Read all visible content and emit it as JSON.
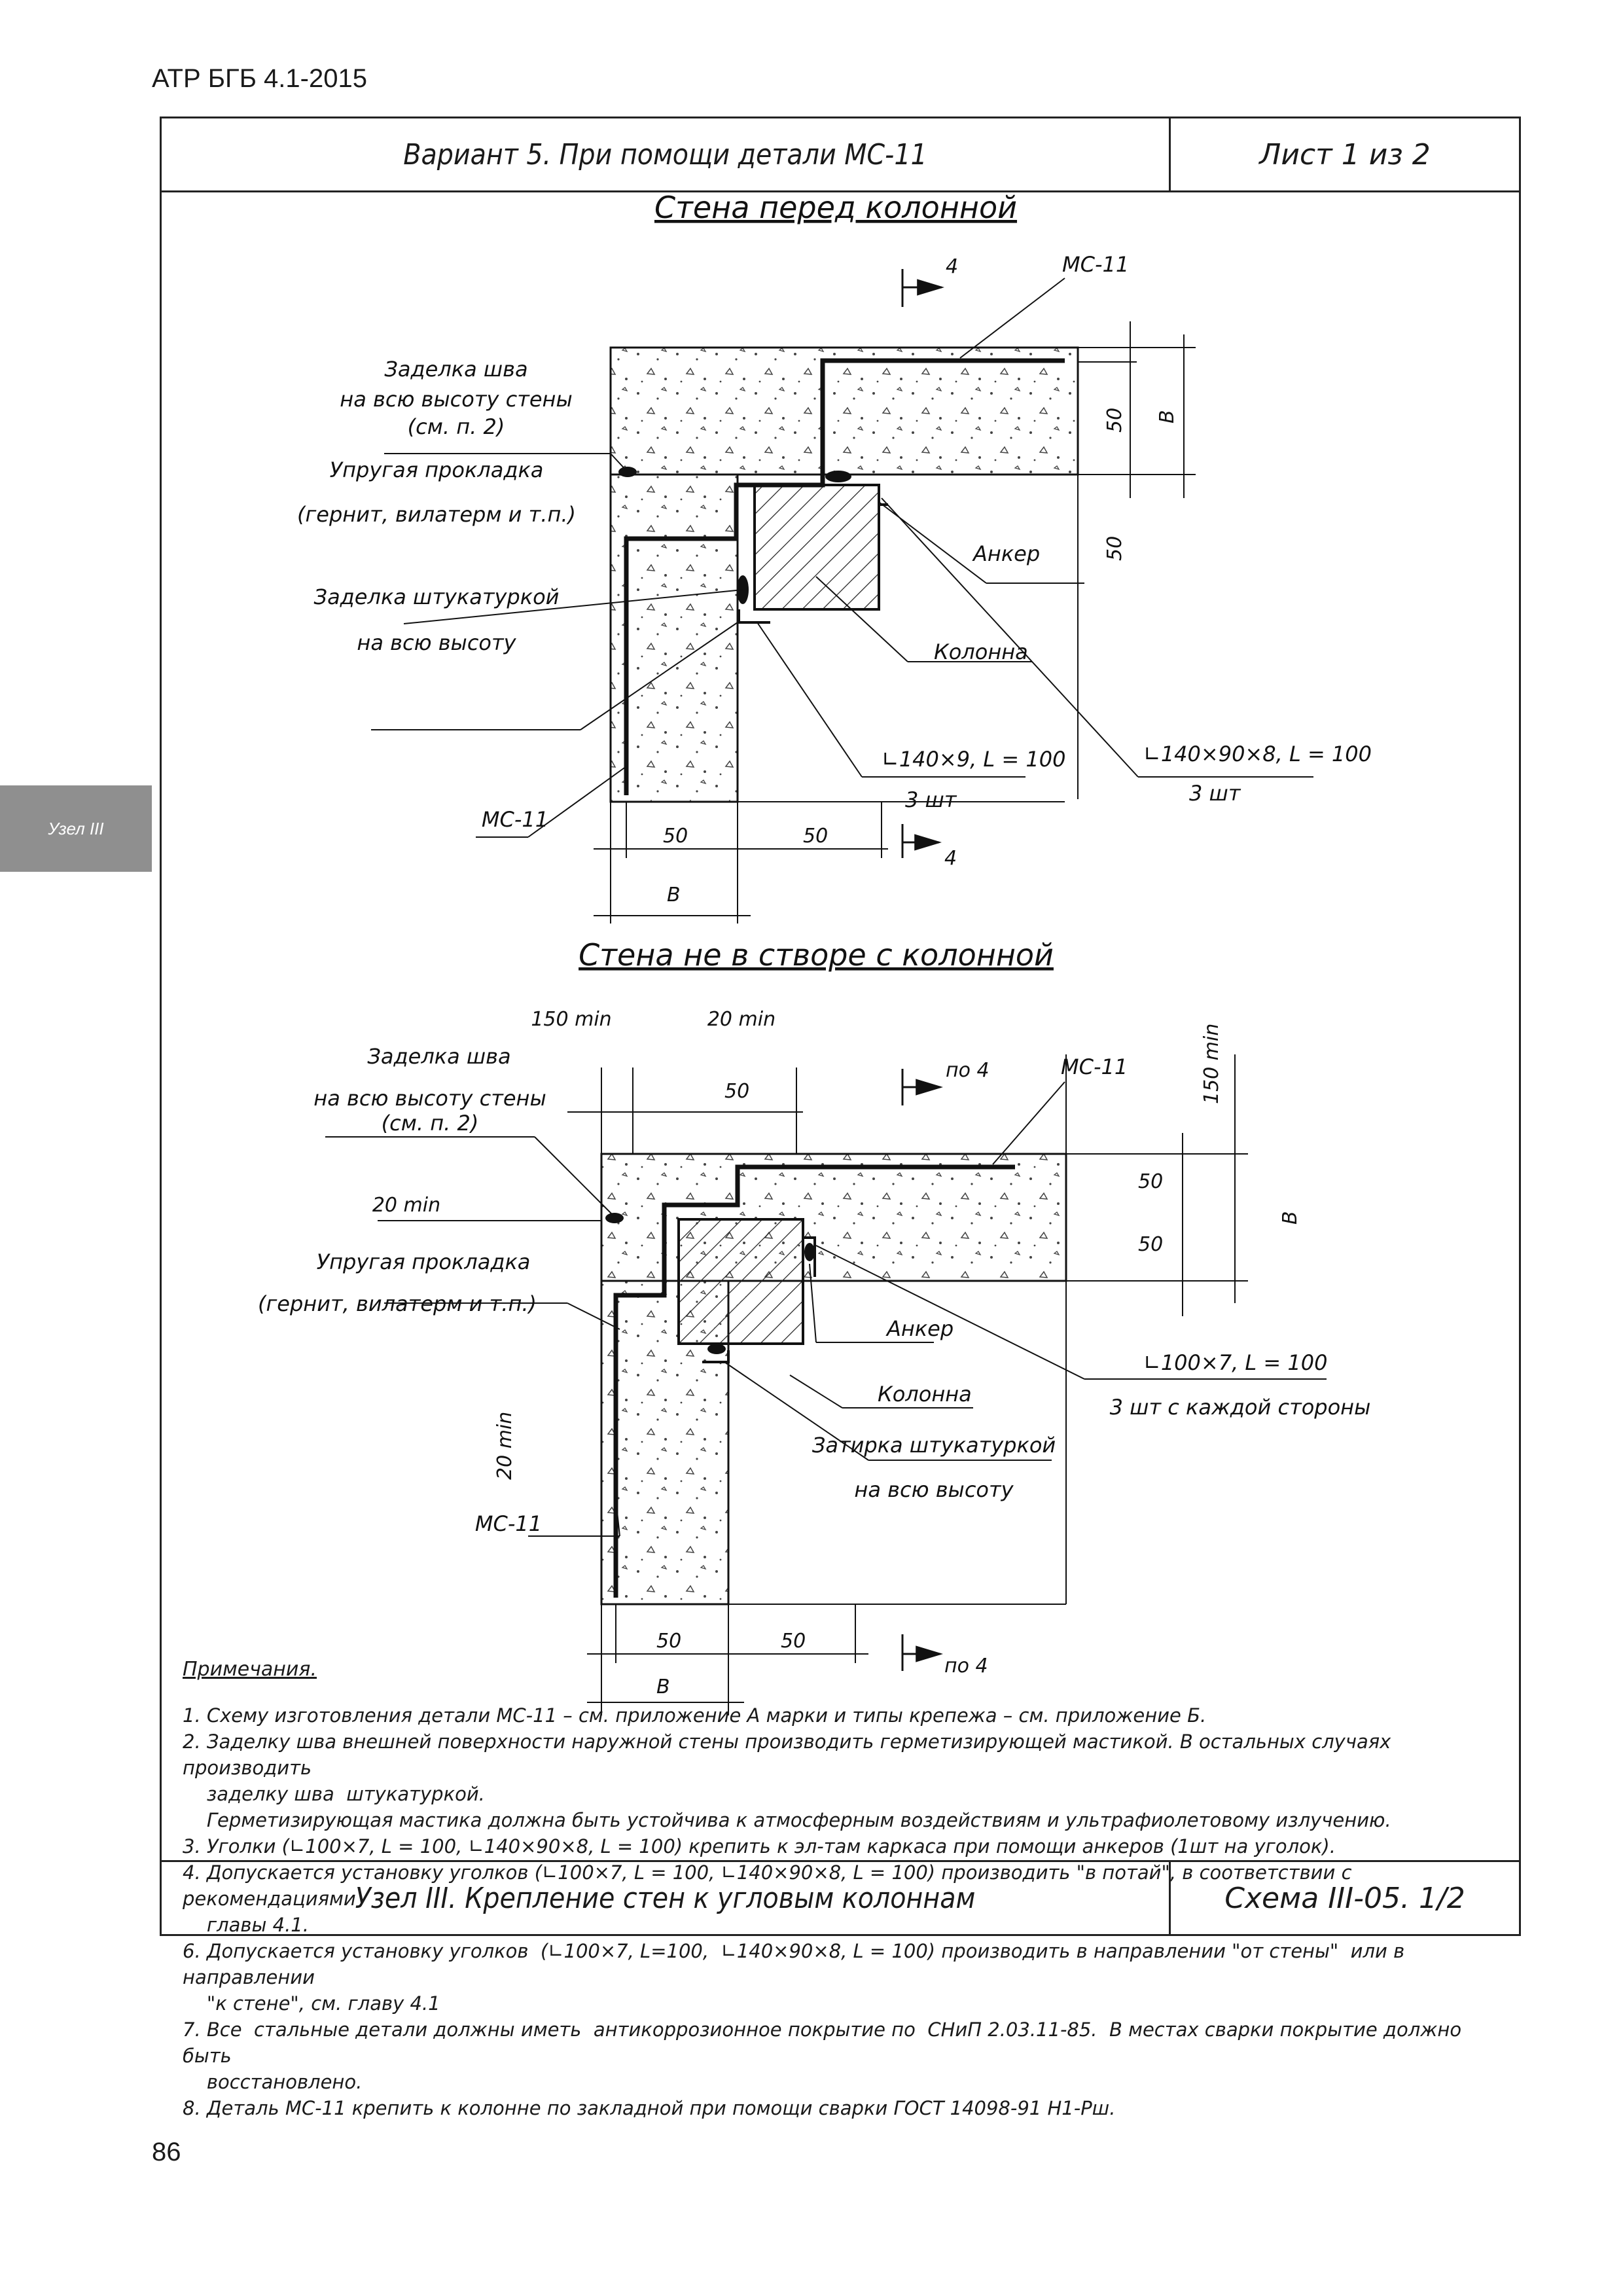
{
  "header": {
    "doc_code": "АТР БГБ 4.1-2015",
    "title": "Вариант 5. При помощи детали МС-11",
    "sheet": "Лист 1 из 2"
  },
  "side_tab": "Узел III",
  "detail1": {
    "title": "Стена перед колонной",
    "section_mark_top": "4",
    "section_mark_bottom": "4",
    "label_mc11_top": "МС-11",
    "label_mc11_left": "МС-11",
    "seal_l1": "Заделка шва",
    "seal_l2": "на всю высоту стены",
    "seal_l3": "(см. п. 2)",
    "gasket_l1": "Упругая прокладка",
    "gasket_l2": "(гернит, вилатерм и т.п.)",
    "plaster_l1": "Заделка штукатуркой",
    "plaster_l2": "на всю высоту",
    "anchor": "Анкер",
    "column": "Колонна",
    "angle1_l1": "∟140×9, L = 100",
    "angle1_l2": "3 шт",
    "angle2_l1": "∟140×90×8, L = 100",
    "angle2_l2": "3 шт",
    "dim_50_a": "50",
    "dim_50_b": "50",
    "dim_b_vert": "В",
    "dim_50_c": "50",
    "dim_50_d": "50",
    "dim_b_horiz": "В"
  },
  "detail2": {
    "title": "Стена не в створе с колонной",
    "section_mark_top": "по 4",
    "section_mark_bottom": "по 4",
    "label_mc11_top": "МС-11",
    "label_mc11_left": "МС-11",
    "dim_150min": "150 min",
    "dim_20min_top": "20 min",
    "dim_50_top": "50",
    "dim_150min_vert": "150 min",
    "seal_l1": "Заделка шва",
    "seal_l2": "на всю высоту стены",
    "seal_l3": "(см. п. 2)",
    "dim_20min_left": "20 min",
    "gasket_l1": "Упругая прокладка",
    "gasket_l2": "(гернит, вилатерм и т.п.)",
    "dim_20min_vert": "20 min",
    "anchor": "Анкер",
    "column": "Колонна",
    "plaster_l1": "Затирка штукатуркой",
    "plaster_l2": "на всю высоту",
    "angle_l1": "∟100×7, L = 100",
    "angle_l2": "3 шт с каждой стороны",
    "dim_50_r1": "50",
    "dim_50_r2": "50",
    "dim_b_vert": "В",
    "dim_50_c": "50",
    "dim_50_d": "50",
    "dim_b_horiz": "В"
  },
  "notes": {
    "title": "Примечания.",
    "lines": [
      "1. Схему изготовления детали МС-11 – см. приложение А марки и типы крепежа – см. приложение Б.",
      "2. Заделку шва внешней поверхности наружной стены производить герметизирующей мастикой. В остальных случаях производить",
      "    заделку шва  штукатуркой.",
      "    Герметизирующая мастика должна быть устойчива к атмосферным воздействиям и ультрафиолетовому излучению.",
      "3. Уголки (∟100×7, L = 100, ∟140×90×8, L = 100) крепить к эл-там каркаса при помощи анкеров (1шт на уголок).",
      "4. Допускается установку уголков (∟100×7, L = 100, ∟140×90×8, L = 100) производить \"в потай\", в соответствии с рекомендациями",
      "    главы 4.1.",
      "6. Допускается установку уголков  (∟100×7, L=100,  ∟140×90×8, L = 100) производить в направлении \"от стены\"  или в направлении",
      "    \"к стене\", см. главу 4.1",
      "7. Все  стальные детали должны иметь  антикоррозионное покрытие по  СНиП 2.03.11-85.  В местах сварки покрытие должно быть",
      "    восстановлено.",
      "8. Деталь МС-11 крепить к колонне по закладной при помощи сварки ГОСТ 14098-91 Н1-Рш."
    ]
  },
  "footer": {
    "title": "Узел III. Крепление стен к угловым колоннам",
    "scheme": "Схема III-05. 1/2",
    "page_number": "86"
  }
}
